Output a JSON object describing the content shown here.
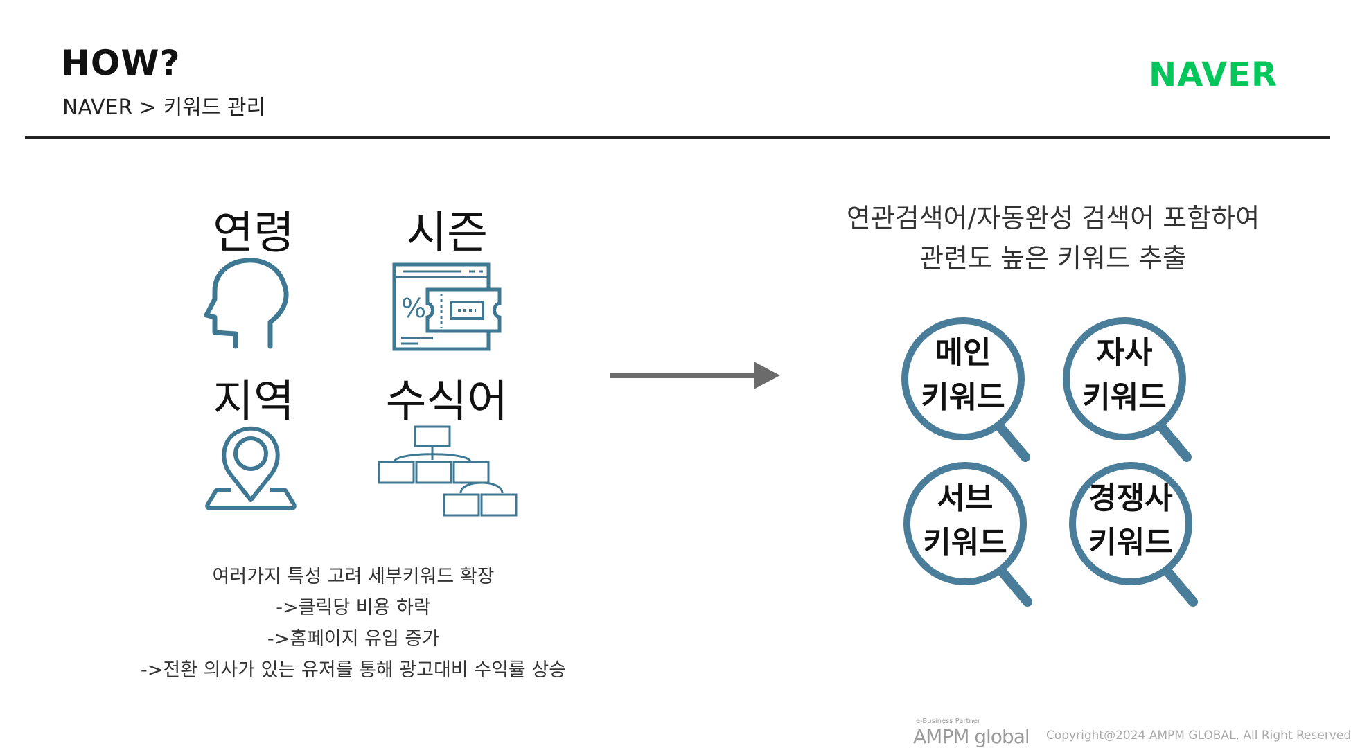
{
  "header": {
    "title": "HOW?",
    "subtitle": "NAVER > 키워드 관리",
    "brand": "NAVER"
  },
  "features": [
    {
      "label": "연령",
      "icon": "head-icon"
    },
    {
      "label": "시즌",
      "icon": "coupon-icon"
    },
    {
      "label": "지역",
      "icon": "location-pin-icon"
    },
    {
      "label": "수식어",
      "icon": "org-chart-icon"
    }
  ],
  "description": [
    "여러가지 특성 고려 세부키워드 확장",
    "->클릭당 비용 하락",
    "->홈페이지 유입 증가",
    "->전환 의사가 있는 유저를 통해 광고대비 수익률 상승"
  ],
  "headline": [
    "연관검색어/자동완성 검색어 포함하여",
    "관련도 높은 키워드 추출"
  ],
  "keywords": [
    {
      "line1": "메인",
      "line2": "키워드"
    },
    {
      "line1": "자사",
      "line2": "키워드"
    },
    {
      "line1": "서브",
      "line2": "키워드"
    },
    {
      "line1": "경쟁사",
      "line2": "키워드"
    }
  ],
  "footer": {
    "tag": "e-Business Partner",
    "logo": "AMPM global",
    "copyright": "Copyright@2024 AMPM GLOBAL, All Right Reserved"
  },
  "colors": {
    "brand_green": "#03c75a",
    "icon_blue": "#3e7893",
    "arrow_gray": "#6b6b6b",
    "lens_ring": "#4a7d99"
  }
}
